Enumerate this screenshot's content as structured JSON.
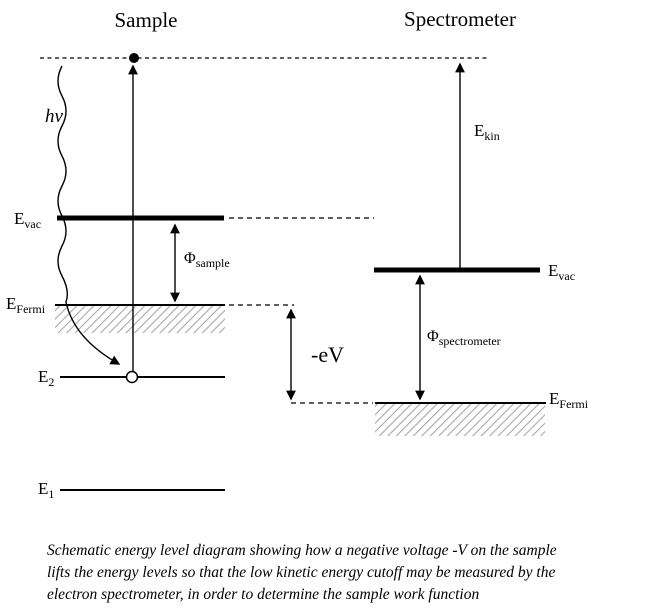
{
  "titles": {
    "sample": "Sample",
    "spectrometer": "Spectrometer"
  },
  "labels": {
    "photon": "hν",
    "e_vac_sample": {
      "base": "E",
      "sub": "vac"
    },
    "phi_sample": {
      "base": "Φ",
      "sub": "sample"
    },
    "e_fermi_sample": {
      "base": "E",
      "sub": "Fermi"
    },
    "e2": {
      "base": "E",
      "sub": "2"
    },
    "e1": {
      "base": "E",
      "sub": "1"
    },
    "bias": "-eV",
    "e_kin": {
      "base": "E",
      "sub": "kin"
    },
    "e_vac_spectrometer": {
      "base": "E",
      "sub": "vac"
    },
    "phi_spectrometer": {
      "base": "Φ",
      "sub": "spectrometer"
    },
    "e_fermi_spectrometer": {
      "base": "E",
      "sub": "Fermi"
    }
  },
  "caption": {
    "lines": [
      "Schematic energy level diagram showing how a negative voltage -V on the sample",
      "lifts the energy levels so that the low kinetic energy cutoff may be measured by the",
      "electron spectrometer, in order to determine the sample work function"
    ]
  },
  "colors": {
    "ink": "#000000",
    "hatch": "#a8a8a8",
    "background": "#ffffff"
  }
}
